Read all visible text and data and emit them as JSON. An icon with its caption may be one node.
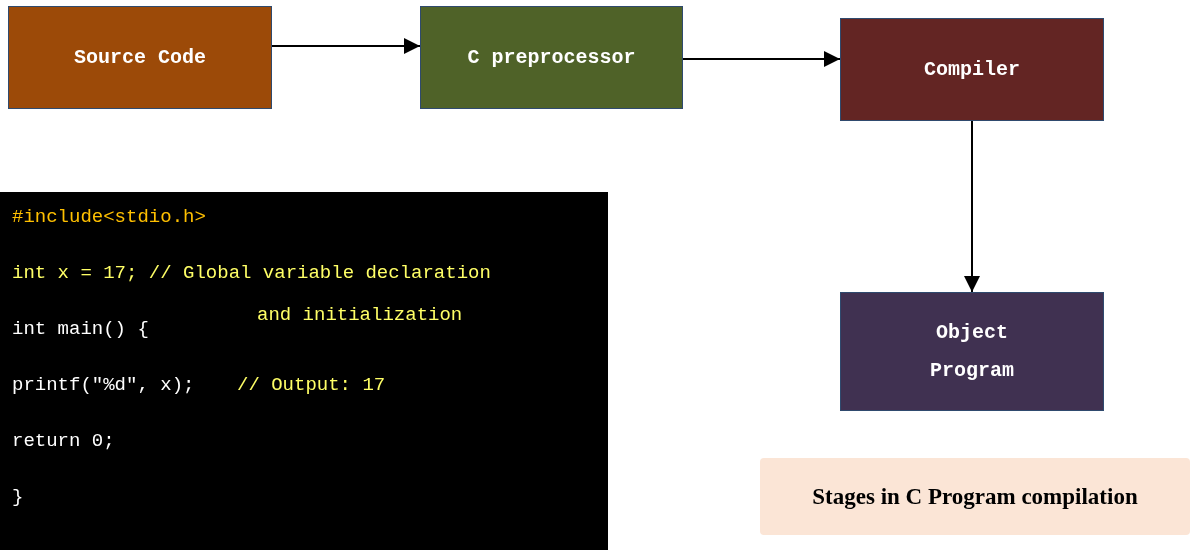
{
  "diagram": {
    "nodes": [
      {
        "text": [
          "Source Code"
        ]
      },
      {
        "text": [
          "C preprocessor"
        ]
      },
      {
        "text": [
          "Compiler"
        ]
      },
      {
        "text": [
          "Object Program"
        ]
      },
      {
        "text": [
          "#include<stdio.h>",
          "int x = 17; // Global variable declaration",
          "and initialization",
          "int main() {",
          "printf(\"%d\", x);",
          "// Output: 17",
          "return 0;",
          "}"
        ]
      },
      {
        "text": [
          "Stages in C Program compilation"
        ]
      }
    ],
    "edges": [
      {
        "from": 0,
        "to": 1,
        "arrow": "to"
      },
      {
        "from": 1,
        "to": 2,
        "arrow": "to"
      },
      {
        "from": 2,
        "to": 3,
        "arrow": "to"
      }
    ]
  }
}
